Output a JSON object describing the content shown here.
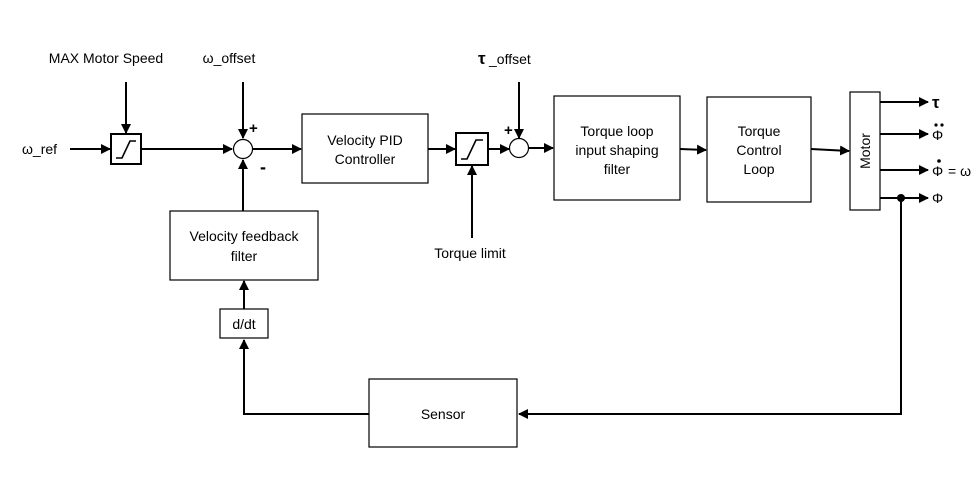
{
  "diagram": {
    "type": "control-loop-block-diagram",
    "inputs": {
      "omega_ref": "ω_ref",
      "max_motor_speed": "MAX Motor Speed",
      "omega_offset": "ω_offset",
      "tau_offset_symbol": "τ",
      "tau_offset_suffix": "_offset",
      "torque_limit": "Torque limit"
    },
    "blocks": {
      "velocity_pid": [
        "Velocity PID",
        "Controller"
      ],
      "torque_filter": [
        "Torque loop",
        "input shaping",
        "filter"
      ],
      "torque_control": [
        "Torque",
        "Control",
        "Loop"
      ],
      "motor": "Motor",
      "velocity_feedback_filter": [
        "Velocity feedback",
        "filter"
      ],
      "derivative": "d/dt",
      "sensor": "Sensor"
    },
    "summing_junctions": {
      "velocity_sum": {
        "top_sign": "+",
        "bottom_sign": "-"
      },
      "torque_sum": {
        "top_sign": "+"
      }
    },
    "outputs": {
      "tau": "τ",
      "phi_ddot": "Φ",
      "phi_dot": "Φ",
      "phi_dot_eq": "= ω",
      "phi": "Φ"
    }
  }
}
